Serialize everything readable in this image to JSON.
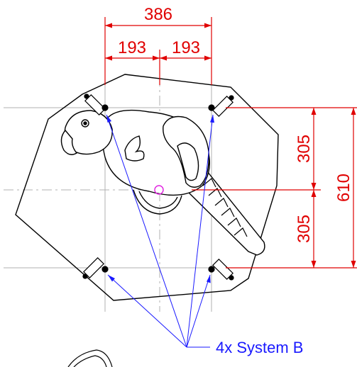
{
  "dimensions": {
    "overall_width": "386",
    "half_width_left": "193",
    "half_width_right": "193",
    "half_depth_top": "305",
    "half_depth_bottom": "305",
    "overall_depth": "610"
  },
  "callout": {
    "label": "4x System B"
  },
  "colors": {
    "dimension": "#e00000",
    "callout": "#1a1aff",
    "outline": "#000000",
    "centerlines": "#b0b0b0",
    "center_mark": "#e020e0"
  }
}
